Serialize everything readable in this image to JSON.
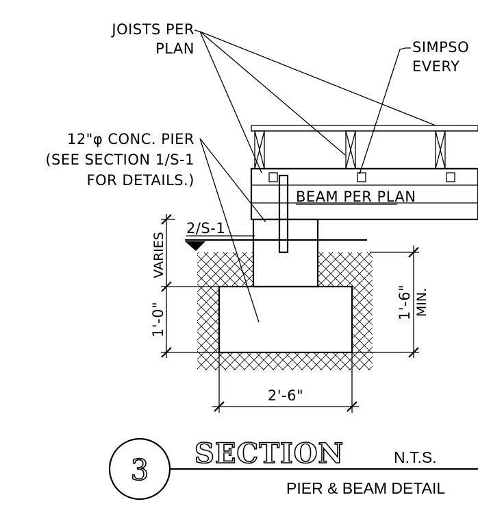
{
  "labels": {
    "joists_line1": "JOISTS PER",
    "joists_line2": "PLAN",
    "simpson_line1": "SIMPSO",
    "simpson_line2": "EVERY",
    "pier_line1": "12\"φ CONC. PIER",
    "pier_line2": "(SEE SECTION 1/S-1",
    "pier_line3": "FOR DETAILS.)",
    "beam": "BEAM PER PLAN",
    "section_ref": "2/S-1"
  },
  "dimensions": {
    "varies": "VARIES",
    "footing_depth": "1'-0\"",
    "min_depth": "1'-6\"",
    "min_label": "MIN.",
    "footing_width": "2'-6\""
  },
  "title_block": {
    "number": "3",
    "title": "SECTION",
    "scale": "N.T.S.",
    "subtitle": "PIER & BEAM DETAIL"
  }
}
